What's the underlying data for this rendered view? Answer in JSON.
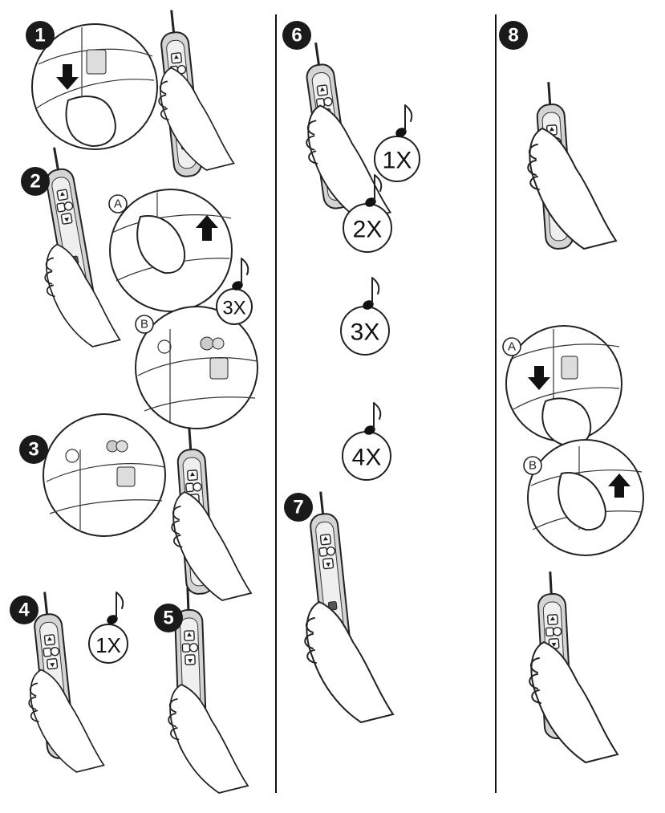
{
  "steps": [
    {
      "id": "step1",
      "number": "1"
    },
    {
      "id": "step2",
      "number": "2"
    },
    {
      "id": "step3",
      "number": "3"
    },
    {
      "id": "step4",
      "number": "4"
    },
    {
      "id": "step5",
      "number": "5"
    },
    {
      "id": "step6",
      "number": "6"
    },
    {
      "id": "step7",
      "number": "7"
    },
    {
      "id": "step8",
      "number": "8"
    }
  ],
  "sub_labels": {
    "a": "A",
    "b": "B"
  },
  "beep_counts": {
    "step2_b": "3X",
    "step4": "1X",
    "step6_first": "1X",
    "step6_second": "2X",
    "step6_third": "3X",
    "step6_fourth": "4X"
  },
  "icons": [
    "music-note-icon",
    "arrow-up-icon",
    "arrow-down-icon",
    "arrow-left-icon",
    "lock-icon"
  ],
  "colors": {
    "ink": "#111111",
    "background": "#ffffff",
    "remote_shade": "#bdbdbd"
  }
}
